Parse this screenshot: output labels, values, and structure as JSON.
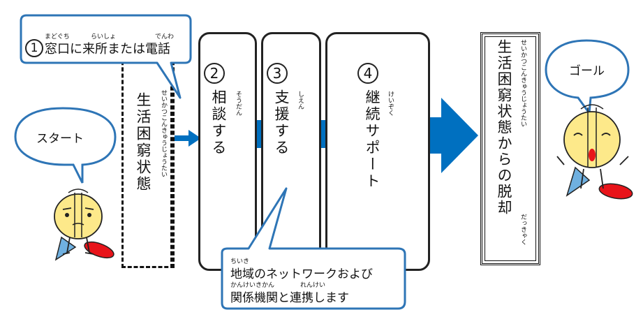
{
  "callout_window": {
    "num": "1",
    "text": "窓口に来所または電話",
    "furigana": [
      "まどぐち",
      "らいしょ",
      "でんわ"
    ]
  },
  "start_bubble": "スタート",
  "goal_bubble": "ゴール",
  "start_state": {
    "label": "生活困窮状態",
    "furigana": "せいかつこんきゅうじょうたい"
  },
  "stages": [
    {
      "num": "2",
      "label": "相談する",
      "furigana": "そうだん"
    },
    {
      "num": "3",
      "label": "支援する",
      "furigana": "しえん"
    },
    {
      "num": "4",
      "label": "継続サポート",
      "furigana": "けいぞく"
    }
  ],
  "goal_state": {
    "label": "生活困窮状態からの脱却",
    "furigana_top": "せいかつこんきゅうじょうたい",
    "furigana_bottom": "だっきゃく"
  },
  "network_callout": {
    "line1": "地域のネットワークおよび",
    "line2": "関係機関と連携します",
    "furigana1": "ちいき",
    "furigana2a": "かんけいきかん",
    "furigana2b": "れんけい"
  },
  "colors": {
    "arrow": "#0070c0",
    "bubble_border": "#2e75b6",
    "mascot_head": "#fde98a",
    "mascot_cape": "#6fb0e0",
    "mascot_red": "#e8141a"
  }
}
